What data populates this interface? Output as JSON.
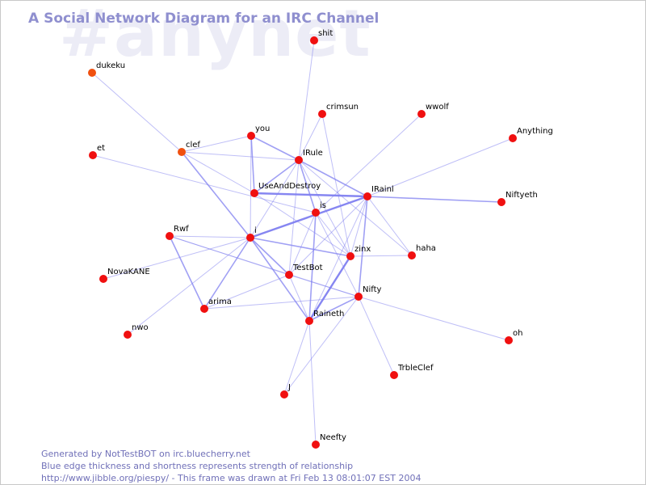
{
  "watermark": "#anynet",
  "title": "A Social Network Diagram for an IRC Channel",
  "colors": {
    "edge": "#8080f0",
    "node": "#f01010",
    "node_alt": "#f05010",
    "title": "#8f8fcf",
    "footer": "#7070b8"
  },
  "nodes": [
    {
      "id": "shit",
      "label": "shit"
    },
    {
      "id": "dukeku",
      "label": "dukeku"
    },
    {
      "id": "crimsun",
      "label": "crimsun"
    },
    {
      "id": "wwolf",
      "label": "wwolf"
    },
    {
      "id": "anything",
      "label": "Anything"
    },
    {
      "id": "you",
      "label": "you"
    },
    {
      "id": "et",
      "label": "et"
    },
    {
      "id": "clef",
      "label": "clef"
    },
    {
      "id": "irule",
      "label": "IRule"
    },
    {
      "id": "useanddestroy",
      "label": "UseAndDestroy"
    },
    {
      "id": "irainl",
      "label": "IRainl"
    },
    {
      "id": "niftyeth",
      "label": "Niftyeth"
    },
    {
      "id": "is",
      "label": "is"
    },
    {
      "id": "rwf",
      "label": "Rwf"
    },
    {
      "id": "i",
      "label": "i"
    },
    {
      "id": "zinx",
      "label": "zinx"
    },
    {
      "id": "haha",
      "label": "haha"
    },
    {
      "id": "testbot",
      "label": "TestBot"
    },
    {
      "id": "novakane",
      "label": "NovaKANE"
    },
    {
      "id": "nifty",
      "label": "Nifty"
    },
    {
      "id": "arima",
      "label": "arima"
    },
    {
      "id": "raineth",
      "label": "Raineth"
    },
    {
      "id": "nwo",
      "label": "nwo"
    },
    {
      "id": "oh",
      "label": "oh"
    },
    {
      "id": "trbleclef",
      "label": "TrbleClef"
    },
    {
      "id": "j",
      "label": "J"
    },
    {
      "id": "neefty",
      "label": "Neefty"
    }
  ],
  "edges": [
    {
      "from": "shit",
      "to": "irule",
      "strength": 1
    },
    {
      "from": "dukeku",
      "to": "clef",
      "strength": 1
    },
    {
      "from": "crimsun",
      "to": "irule",
      "strength": 1
    },
    {
      "from": "crimsun",
      "to": "zinx",
      "strength": 1
    },
    {
      "from": "wwolf",
      "to": "is",
      "strength": 1
    },
    {
      "from": "anything",
      "to": "irainl",
      "strength": 1
    },
    {
      "from": "you",
      "to": "clef",
      "strength": 1
    },
    {
      "from": "you",
      "to": "irule",
      "strength": 2
    },
    {
      "from": "you",
      "to": "useanddestroy",
      "strength": 2
    },
    {
      "from": "you",
      "to": "i",
      "strength": 1
    },
    {
      "from": "et",
      "to": "is",
      "strength": 1
    },
    {
      "from": "clef",
      "to": "irule",
      "strength": 1
    },
    {
      "from": "clef",
      "to": "i",
      "strength": 2
    },
    {
      "from": "clef",
      "to": "useanddestroy",
      "strength": 1
    },
    {
      "from": "irule",
      "to": "useanddestroy",
      "strength": 2
    },
    {
      "from": "irule",
      "to": "irainl",
      "strength": 2
    },
    {
      "from": "irule",
      "to": "is",
      "strength": 2
    },
    {
      "from": "irule",
      "to": "zinx",
      "strength": 1
    },
    {
      "from": "irule",
      "to": "testbot",
      "strength": 1
    },
    {
      "from": "irule",
      "to": "i",
      "strength": 1
    },
    {
      "from": "irule",
      "to": "haha",
      "strength": 1
    },
    {
      "from": "useanddestroy",
      "to": "irainl",
      "strength": 3
    },
    {
      "from": "useanddestroy",
      "to": "zinx",
      "strength": 1
    },
    {
      "from": "irainl",
      "to": "niftyeth",
      "strength": 2
    },
    {
      "from": "irainl",
      "to": "i",
      "strength": 3
    },
    {
      "from": "irainl",
      "to": "nifty",
      "strength": 2
    },
    {
      "from": "irainl",
      "to": "raineth",
      "strength": 1
    },
    {
      "from": "irainl",
      "to": "zinx",
      "strength": 1
    },
    {
      "from": "irainl",
      "to": "testbot",
      "strength": 1
    },
    {
      "from": "irainl",
      "to": "haha",
      "strength": 1
    },
    {
      "from": "is",
      "to": "raineth",
      "strength": 2
    },
    {
      "from": "is",
      "to": "zinx",
      "strength": 1
    },
    {
      "from": "is",
      "to": "nifty",
      "strength": 1
    },
    {
      "from": "is",
      "to": "testbot",
      "strength": 1
    },
    {
      "from": "rwf",
      "to": "i",
      "strength": 1
    },
    {
      "from": "rwf",
      "to": "testbot",
      "strength": 1
    },
    {
      "from": "rwf",
      "to": "arima",
      "strength": 2
    },
    {
      "from": "rwf",
      "to": "nifty",
      "strength": 1
    },
    {
      "from": "i",
      "to": "zinx",
      "strength": 2
    },
    {
      "from": "i",
      "to": "testbot",
      "strength": 2
    },
    {
      "from": "i",
      "to": "raineth",
      "strength": 2
    },
    {
      "from": "i",
      "to": "arima",
      "strength": 2
    },
    {
      "from": "i",
      "to": "novakane",
      "strength": 1
    },
    {
      "from": "i",
      "to": "nwo",
      "strength": 1
    },
    {
      "from": "zinx",
      "to": "raineth",
      "strength": 3
    },
    {
      "from": "zinx",
      "to": "haha",
      "strength": 1
    },
    {
      "from": "testbot",
      "to": "arima",
      "strength": 1
    },
    {
      "from": "testbot",
      "to": "nifty",
      "strength": 1
    },
    {
      "from": "testbot",
      "to": "raineth",
      "strength": 1
    },
    {
      "from": "nifty",
      "to": "raineth",
      "strength": 2
    },
    {
      "from": "nifty",
      "to": "arima",
      "strength": 1
    },
    {
      "from": "nifty",
      "to": "oh",
      "strength": 1
    },
    {
      "from": "nifty",
      "to": "trbleclef",
      "strength": 1
    },
    {
      "from": "nifty",
      "to": "j",
      "strength": 1
    },
    {
      "from": "raineth",
      "to": "neefty",
      "strength": 1
    },
    {
      "from": "raineth",
      "to": "j",
      "strength": 1
    }
  ],
  "footer": {
    "line1": "Generated by NotTestBOT on irc.bluecherry.net",
    "line2": "Blue edge thickness and shortness represents strength of relationship",
    "line3": "http://www.jibble.org/piespy/ - This frame was drawn at Fri Feb 13 08:01:07 EST 2004"
  }
}
